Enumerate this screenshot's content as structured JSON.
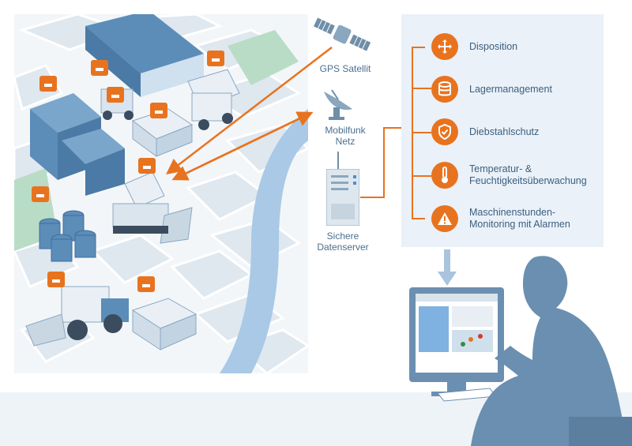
{
  "nodes": {
    "satellite": "GPS Satellit",
    "mobile_line1": "Mobilfunk",
    "mobile_line2": "Netz",
    "server_line1": "Sichere",
    "server_line2": "Datenserver"
  },
  "features": [
    {
      "label_line1": "Disposition",
      "label_line2": "",
      "icon": "move-arrows-icon"
    },
    {
      "label_line1": "Lagermanagement",
      "label_line2": "",
      "icon": "database-icon"
    },
    {
      "label_line1": "Diebstahlschutz",
      "label_line2": "",
      "icon": "shield-check-icon"
    },
    {
      "label_line1": "Temperatur- &",
      "label_line2": "Feuchtigkeitsüberwachung",
      "icon": "thermometer-icon"
    },
    {
      "label_line1": "Maschinenstunden-",
      "label_line2": "Monitoring mit Alarmen",
      "icon": "warning-icon"
    }
  ],
  "colors": {
    "accent": "#e8731f",
    "text": "#3c5f80",
    "panel": "#eaf1f8",
    "illustration_blue": "#5b8db8",
    "silhouette": "#6b8fb0"
  }
}
